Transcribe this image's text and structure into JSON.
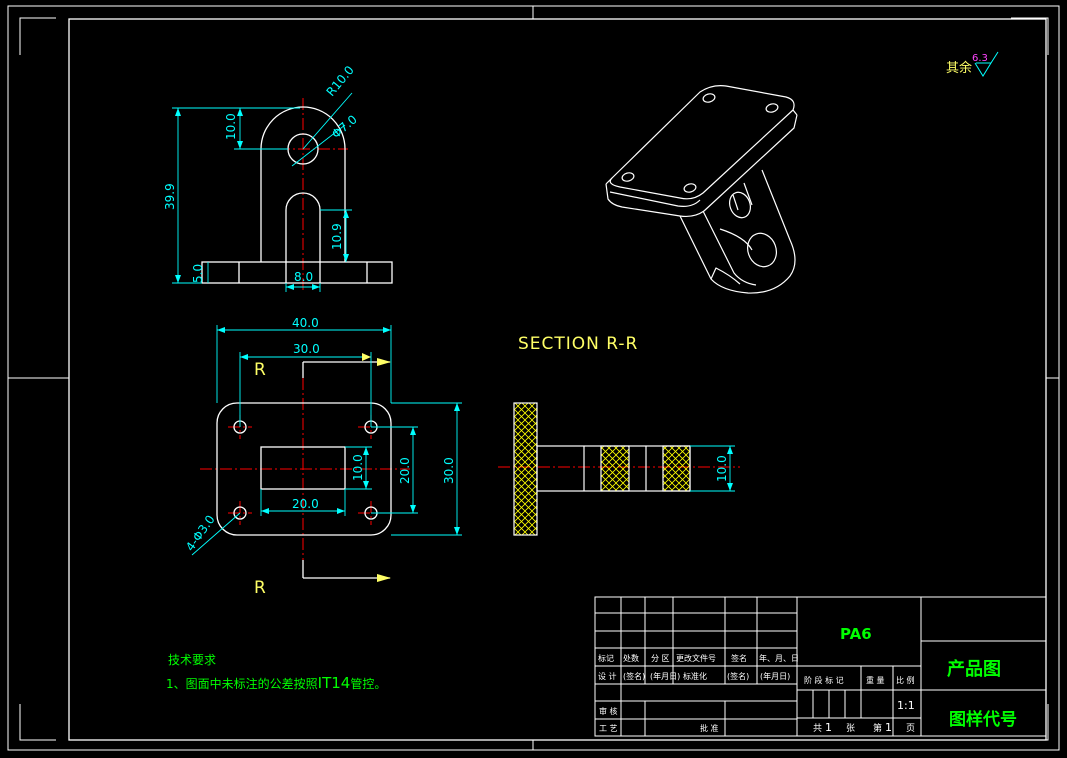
{
  "colors": {
    "background": "#000000",
    "outline": "#ffffff",
    "dimension": "#00ffff",
    "centerline": "#ff0000",
    "label": "#ffff66",
    "green_text": "#00ff00",
    "table_text": "#ffffff",
    "hatch": "#ffff00",
    "roughness_value": "#ff44ff"
  },
  "roughness": {
    "prefix": "其余",
    "value": "6.3"
  },
  "front_view": {
    "radius": "R10.0",
    "hole_dia": "Φ7.0",
    "height_top": "10.0",
    "height_total": "39.9",
    "slot_height": "10.9",
    "base_height": "5.0",
    "slot_width": "8.0"
  },
  "top_view": {
    "width_total": "40.0",
    "hole_spacing_x": "30.0",
    "rect_width": "20.0",
    "rect_height": "10.0",
    "hole_spacing_y": "20.0",
    "height_total": "30.0",
    "holes": "4-Φ3.0",
    "section_mark_top": "R",
    "section_mark_bottom": "R"
  },
  "section": {
    "title": "SECTION  R-R",
    "dim": "10.0"
  },
  "tech_req": {
    "heading": "技术要求",
    "line1_prefix": "1、图面中未标注的公差按照",
    "line1_code": "IT14",
    "line1_suffix": "管控。"
  },
  "title_block": {
    "material": "PA6",
    "title": "产品图",
    "drawing_no": "图样代号",
    "scale": "1:1",
    "header_cols": [
      "标记",
      "处数",
      "分  区",
      "更改文件号",
      "签名",
      "年、月、日"
    ],
    "design_row": [
      "设  计",
      "(签名)",
      "(年月日)",
      "标准化",
      "(签名)",
      "(年月日)"
    ],
    "review": "审 核",
    "process": "工 艺",
    "approve": "批 准",
    "stage_cols": [
      "阶  段  标  记",
      "重  量",
      "比  例"
    ],
    "sheets_total_prefix": "共",
    "sheets_total": "1",
    "sheets_total_suffix": "张",
    "sheet_no_prefix": "第",
    "sheet_no": "1",
    "sheet_no_suffix": "页"
  }
}
